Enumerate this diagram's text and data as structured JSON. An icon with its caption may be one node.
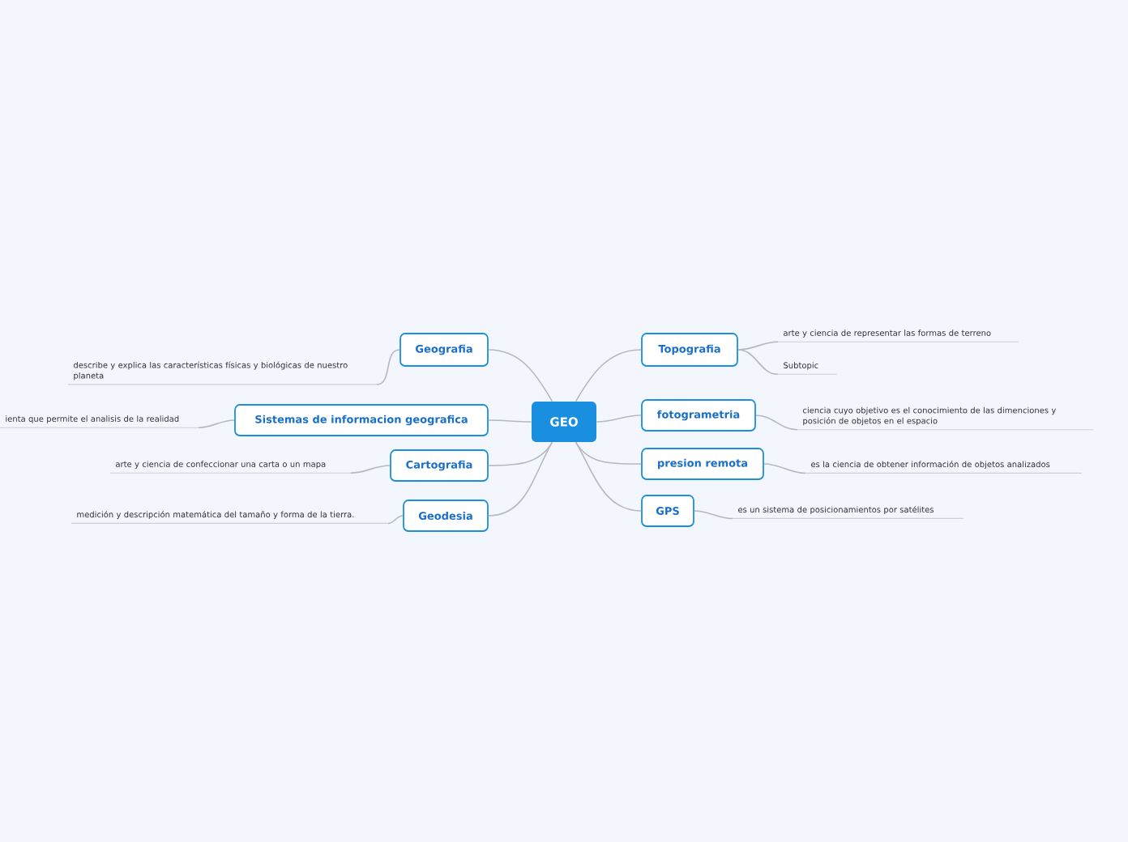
{
  "diagram": {
    "nodes": [
      {
        "text": [
          "GEO"
        ]
      },
      {
        "text": [
          "Geografia"
        ]
      },
      {
        "text": [
          "describe y explica las características físicas y biológicas de nuestro planeta"
        ]
      },
      {
        "text": [
          "Sistemas de informacion geografica"
        ]
      },
      {
        "text": [
          "ienta que permite el analisis de la realidad"
        ]
      },
      {
        "text": [
          "Cartografia"
        ]
      },
      {
        "text": [
          "arte y ciencia de confeccionar una carta o un mapa"
        ]
      },
      {
        "text": [
          "Geodesia"
        ]
      },
      {
        "text": [
          "medición y descripción matemática del tamaño y forma de la tierra."
        ]
      },
      {
        "text": [
          "Topografia"
        ]
      },
      {
        "text": [
          "arte y ciencia de representar las formas de terreno"
        ]
      },
      {
        "text": [
          "Subtopic"
        ]
      },
      {
        "text": [
          "fotogrametria"
        ]
      },
      {
        "text": [
          "ciencia cuyo objetivo es el conocimiento de las dimenciones y posición de objetos en el espacio"
        ]
      },
      {
        "text": [
          "presion remota"
        ]
      },
      {
        "text": [
          "es la ciencia de obtener información de objetos analizados"
        ]
      },
      {
        "text": [
          "GPS"
        ]
      },
      {
        "text": [
          "es un sistema de posicionamientos por satélites"
        ]
      }
    ],
    "edges": [
      {
        "from": 0,
        "to": 1,
        "arrow": "none"
      },
      {
        "from": 0,
        "to": 3,
        "arrow": "none"
      },
      {
        "from": 0,
        "to": 5,
        "arrow": "none"
      },
      {
        "from": 0,
        "to": 7,
        "arrow": "none"
      },
      {
        "from": 0,
        "to": 9,
        "arrow": "none"
      },
      {
        "from": 0,
        "to": 12,
        "arrow": "none"
      },
      {
        "from": 0,
        "to": 14,
        "arrow": "none"
      },
      {
        "from": 0,
        "to": 16,
        "arrow": "none"
      },
      {
        "from": 1,
        "to": 2,
        "arrow": "none"
      },
      {
        "from": 3,
        "to": 4,
        "arrow": "none"
      },
      {
        "from": 5,
        "to": 6,
        "arrow": "none"
      },
      {
        "from": 7,
        "to": 8,
        "arrow": "none"
      },
      {
        "from": 9,
        "to": 10,
        "arrow": "none"
      },
      {
        "from": 9,
        "to": 11,
        "arrow": "none"
      },
      {
        "from": 12,
        "to": 13,
        "arrow": "none"
      },
      {
        "from": 14,
        "to": 15,
        "arrow": "none"
      },
      {
        "from": 16,
        "to": 17,
        "arrow": "none"
      }
    ]
  }
}
